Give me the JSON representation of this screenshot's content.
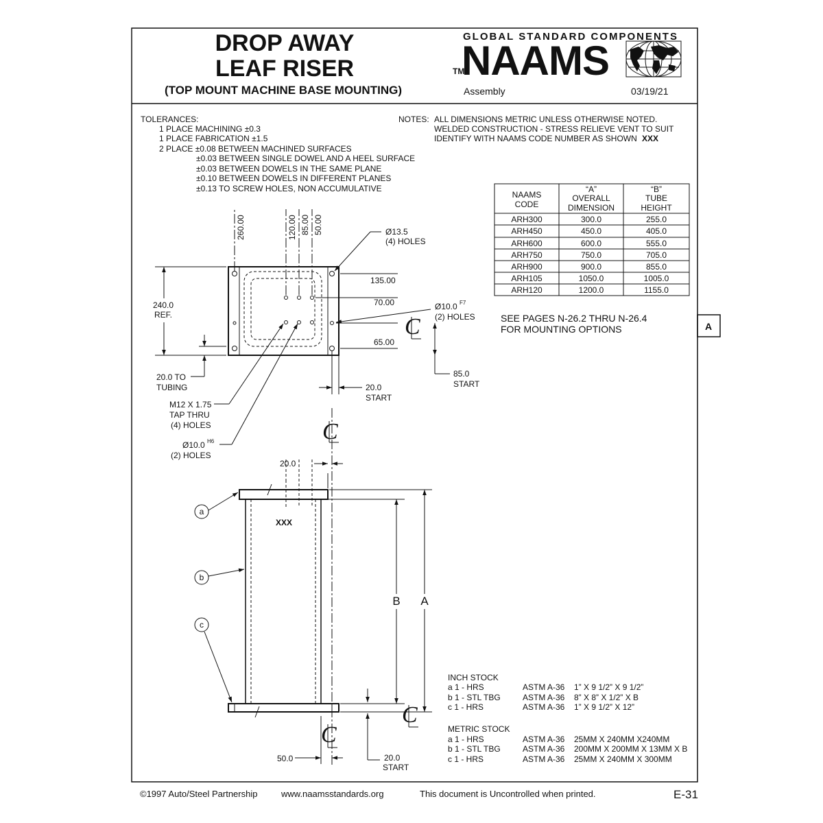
{
  "header": {
    "title_line1": "DROP AWAY",
    "title_line2": "LEAF RISER",
    "subtitle": "(TOP MOUNT MACHINE BASE MOUNTING)",
    "brand_tagline": "GLOBAL STANDARD COMPONENTS",
    "brand_tm": "TM",
    "brand_name": "NAAMS",
    "doc_type": "Assembly",
    "date": "03/19/21"
  },
  "tolerances": {
    "heading": "TOLERANCES:",
    "lines": [
      "1 PLACE MACHINING    ±0.3",
      "1 PLACE FABRICATION ±1.5",
      "2 PLACE ±0.08 BETWEEN MACHINED SURFACES",
      "±0.03 BETWEEN SINGLE DOWEL AND A HEEL SURFACE",
      "±0.03 BETWEEN DOWELS IN THE SAME PLANE",
      "±0.10 BETWEEN DOWELS IN DIFFERENT PLANES",
      "±0.13 TO SCREW HOLES, NON ACCUMULATIVE"
    ]
  },
  "notes": {
    "heading": "NOTES:",
    "lines": [
      "ALL DIMENSIONS METRIC UNLESS OTHERWISE NOTED.",
      "WELDED CONSTRUCTION - STRESS RELIEVE VENT TO SUIT",
      "IDENTIFY WITH NAAMS CODE NUMBER AS SHOWN"
    ],
    "code_mark": "XXX"
  },
  "size_table": {
    "headers": [
      [
        "NAAMS",
        "CODE"
      ],
      [
        "“A”",
        "OVERALL",
        "DIMENSION"
      ],
      [
        "“B”",
        "TUBE",
        "HEIGHT"
      ]
    ],
    "rows": [
      [
        "ARH300",
        "300.0",
        "255.0"
      ],
      [
        "ARH450",
        "450.0",
        "405.0"
      ],
      [
        "ARH600",
        "600.0",
        "555.0"
      ],
      [
        "ARH750",
        "750.0",
        "705.0"
      ],
      [
        "ARH900",
        "900.0",
        "855.0"
      ],
      [
        "ARH105",
        "1050.0",
        "1005.0"
      ],
      [
        "ARH120",
        "1200.0",
        "1155.0"
      ]
    ]
  },
  "see_pages": [
    "SEE PAGES N-26.2 THRU N-26.4",
    "FOR MOUNTING OPTIONS"
  ],
  "revision_tab": "A",
  "plan_view": {
    "dims_top": [
      "260.00",
      "120.00",
      "85.00",
      "50.00"
    ],
    "hole_13": [
      "Ø13.5",
      "(4) HOLES"
    ],
    "dim_135": "135.00",
    "dim_70": "70.00",
    "dim_65": "65.00",
    "dim_240": [
      "240.0",
      "REF."
    ],
    "hole_10f7": [
      "Ø10.0",
      "F7",
      "(2) HOLES"
    ],
    "centerline": "CL",
    "to_tubing": [
      "20.0 TO",
      "TUBING"
    ],
    "start_85": [
      "85.0",
      "START"
    ],
    "start_20": [
      "20.0",
      "START"
    ],
    "tap": [
      "M12 X 1.75",
      "TAP THRU",
      "(4) HOLES"
    ],
    "hole_10h6": [
      "Ø10.0",
      "H6",
      "(2) HOLES"
    ]
  },
  "elevation_view": {
    "dim_20": "20.0",
    "dim_B": "B",
    "dim_A": "A",
    "dim_50": "50.0",
    "start_20": [
      "20.0",
      "START"
    ],
    "balloons": [
      "a",
      "b",
      "c"
    ]
  },
  "stock": {
    "inch_heading": "INCH STOCK",
    "inch": [
      [
        "a  1 - HRS",
        "ASTM A-36",
        "1” X 9 1/2” X 9 1/2”"
      ],
      [
        "b  1 - STL TBG",
        "ASTM A-36",
        "8” X 8” X 1/2” X B"
      ],
      [
        "c  1 - HRS",
        "ASTM A-36",
        "1” X 9 1/2” X 12”"
      ]
    ],
    "metric_heading": "METRIC STOCK",
    "metric": [
      [
        "a  1 - HRS",
        "ASTM A-36",
        "25MM X 240MM X240MM"
      ],
      [
        "b  1 - STL TBG",
        "ASTM A-36",
        "200MM X 200MM X 13MM X B"
      ],
      [
        "c  1 - HRS",
        "ASTM A-36",
        "25MM X 240MM X 300MM"
      ]
    ]
  },
  "footer": {
    "copyright": "©1997  Auto/Steel  Partnership",
    "url": "www.naamsstandards.org",
    "uncontrolled": "This  document  is  Uncontrolled  when  printed.",
    "page": "E-31"
  }
}
